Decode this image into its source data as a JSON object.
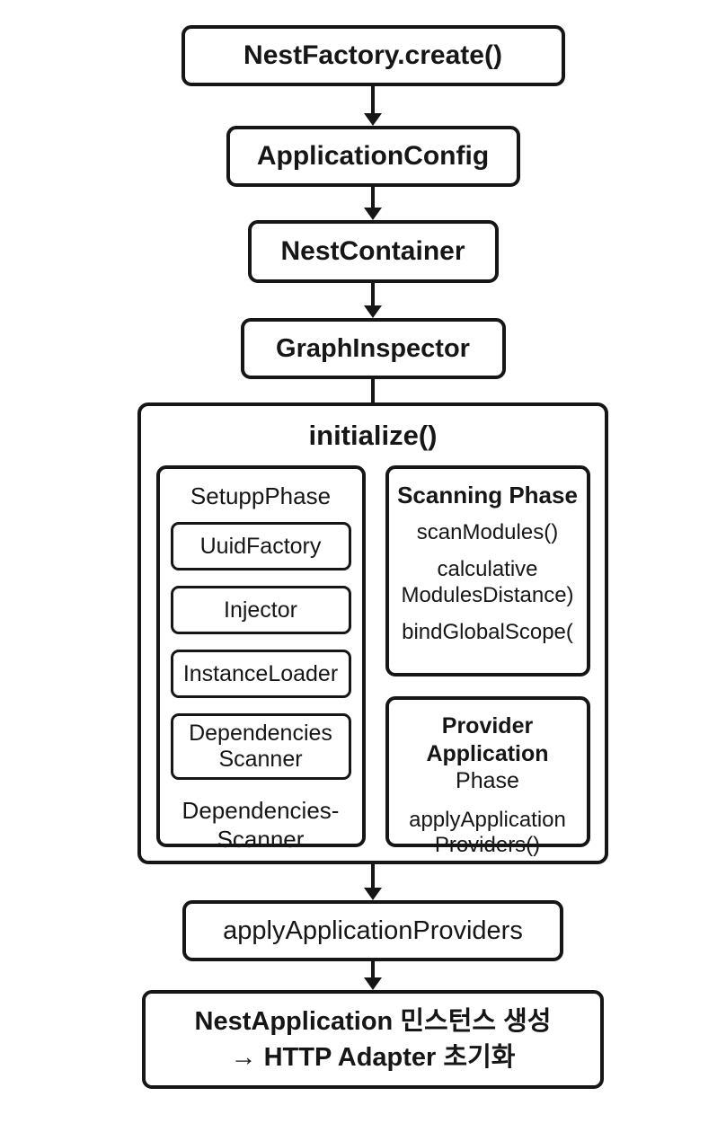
{
  "diagram": {
    "colors": {
      "background": "#ffffff",
      "stroke": "#161616",
      "text": "#161616"
    },
    "nodes": {
      "nest_factory": "NestFactory.create()",
      "application_config": "ApplicationConfig",
      "nest_container": "NestContainer",
      "graph_inspector": "GraphInspector",
      "apply_application_providers": "applyApplicationProviders",
      "nest_application": {
        "line1": "NestApplication 민스턴스 생성",
        "line2": "→ HTTP Adapter 초기화"
      }
    },
    "initialize": {
      "title": "initialize()",
      "setup_phase": {
        "title": "SetuppPhase",
        "chips": [
          "UuidFactory",
          "Injector",
          "InstanceLoader",
          "Dependencies Scanner"
        ],
        "footer": "Dependencies- Scanner"
      },
      "scanning_phase": {
        "title": "Scanning Phase",
        "items": [
          "scanModules()",
          "calculative ModulesDistance)",
          "bindGlobalScope("
        ]
      },
      "provider_phase": {
        "title_line1": "Provider",
        "title_line2_bold": "Application",
        "title_line2_rest": "Phase",
        "body": "applyApplication Providers()"
      }
    }
  }
}
